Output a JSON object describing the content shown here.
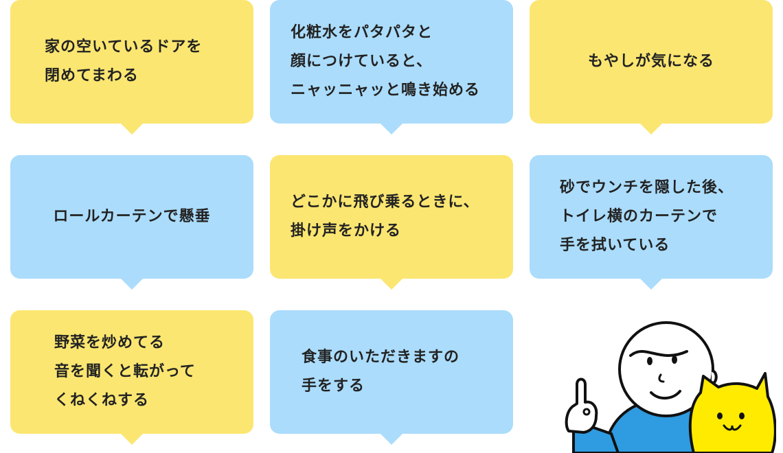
{
  "bubbles": [
    {
      "text": "家の空いているドアを\n閉めてまわる",
      "color": "yellow"
    },
    {
      "text": "化粧水をパタパタと\n顔につけていると、\nニャッニャッと鳴き始める",
      "color": "blue"
    },
    {
      "text": "もやしが気になる",
      "color": "yellow"
    },
    {
      "text": "ロールカーテンで懸垂",
      "color": "blue"
    },
    {
      "text": "どこかに飛び乗るときに、\n掛け声をかける",
      "color": "yellow"
    },
    {
      "text": "砂でウンチを隠した後、\nトイレ横のカーテンで\n手を拭いている",
      "color": "blue"
    },
    {
      "text": "野菜を炒めてる\n音を聞くと転がって\nくねくねする",
      "color": "yellow"
    },
    {
      "text": "食事のいただきますの\n手をする",
      "color": "blue"
    }
  ],
  "illustration": {
    "person_icon": "person-pointing-icon",
    "cat_icon": "yellow-cat-icon",
    "colors": {
      "shirt": "#2f9be0",
      "cat": "#ffeb00",
      "outline": "#111111"
    }
  }
}
